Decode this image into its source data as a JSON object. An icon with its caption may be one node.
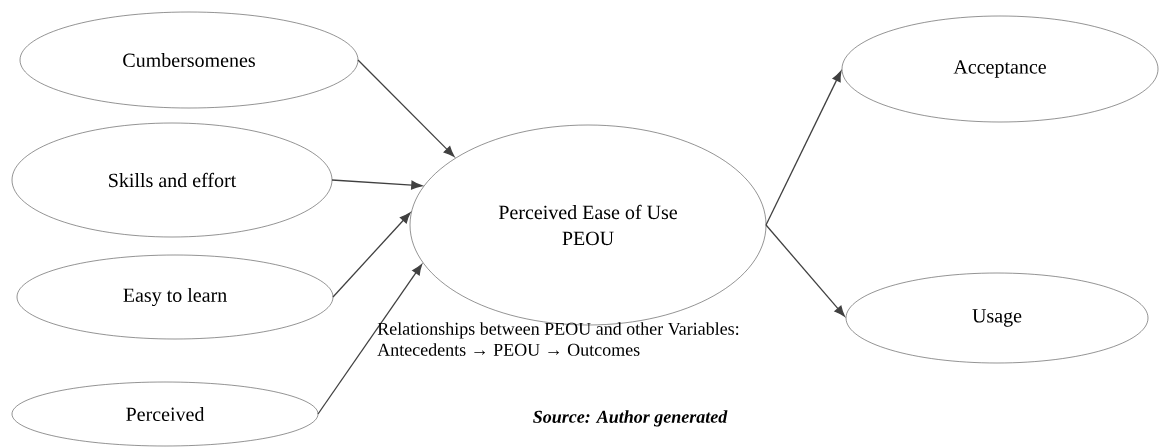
{
  "diagram": {
    "caption": "Relationships between PEOU and other Variables: Antecedents → PEOU → Outcomes",
    "nodes": [
      {
        "text": [
          "Cumbersomenes"
        ]
      },
      {
        "text": [
          "Skills and effort"
        ]
      },
      {
        "text": [
          "Easy to learn"
        ]
      },
      {
        "text": [
          "Perceived"
        ]
      },
      {
        "text": [
          "Perceived Ease of Use",
          "PEOU"
        ]
      },
      {
        "text": [
          "Acceptance"
        ]
      },
      {
        "text": [
          "Usage"
        ]
      }
    ],
    "edges": [
      {
        "from": 0,
        "to": 4,
        "arrow": "to"
      },
      {
        "from": 1,
        "to": 4,
        "arrow": "to"
      },
      {
        "from": 2,
        "to": 4,
        "arrow": "to"
      },
      {
        "from": 3,
        "to": 4,
        "arrow": "to"
      },
      {
        "from": 4,
        "to": 5,
        "arrow": "to"
      },
      {
        "from": 4,
        "to": 6,
        "arrow": "to"
      }
    ],
    "labels": [
      "Source: Author generated"
    ]
  }
}
